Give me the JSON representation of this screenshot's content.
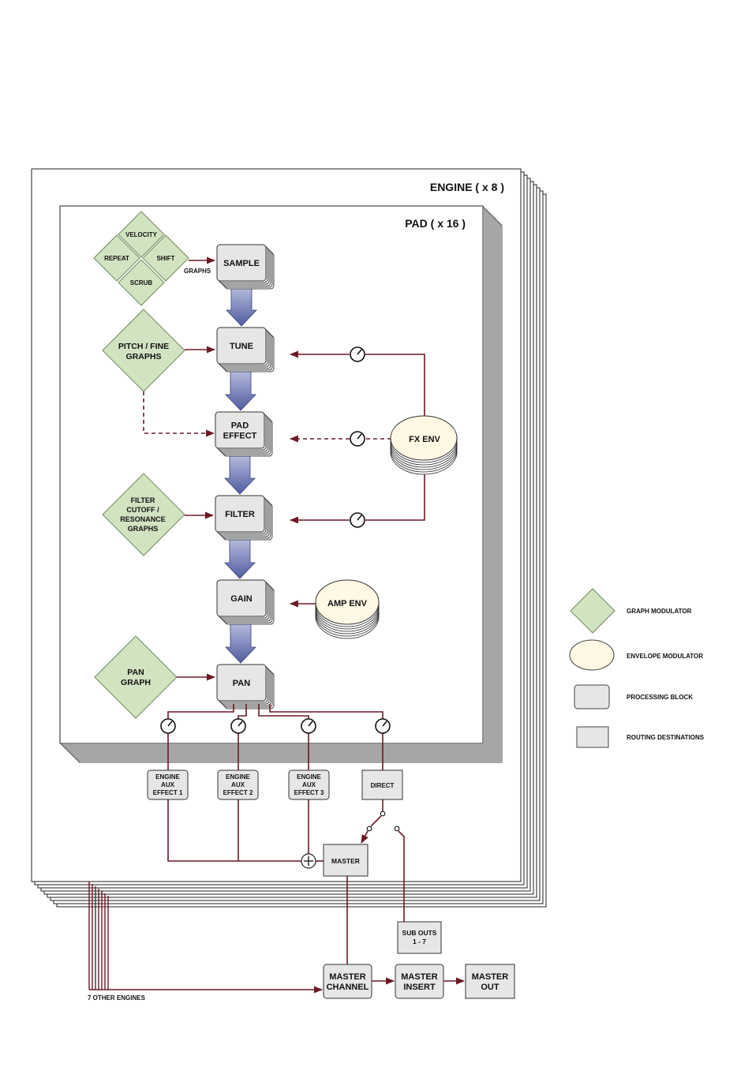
{
  "engine_title": "ENGINE ( x 8 )",
  "pad_title": "PAD ( x 16 )",
  "modulators": {
    "velocity": "VELOCITY",
    "repeat": "REPEAT",
    "shift": "SHIFT",
    "scrub": "SCRUB",
    "graphs_label": "GRAPHS",
    "pitch_fine": [
      "PITCH / FINE",
      "GRAPHS"
    ],
    "filter_graphs": [
      "FILTER",
      "CUTOFF /",
      "RESONANCE",
      "GRAPHS"
    ],
    "pan_graph": [
      "PAN",
      "GRAPH"
    ]
  },
  "blocks": {
    "sample": "SAMPLE",
    "tune": "TUNE",
    "pad_effect": [
      "PAD",
      "EFFECT"
    ],
    "filter": "FILTER",
    "gain": "GAIN",
    "pan": "PAN"
  },
  "envelopes": {
    "fx_env": "FX ENV",
    "amp_env": "AMP ENV"
  },
  "routing": {
    "aux1": [
      "ENGINE",
      "AUX",
      "EFFECT 1"
    ],
    "aux2": [
      "ENGINE",
      "AUX",
      "EFFECT 2"
    ],
    "aux3": [
      "ENGINE",
      "AUX",
      "EFFECT 3"
    ],
    "direct": "DIRECT",
    "master": "MASTER",
    "sub_outs": [
      "SUB OUTS",
      "1 - 7"
    ],
    "master_channel": [
      "MASTER",
      "CHANNEL"
    ],
    "master_insert": [
      "MASTER",
      "INSERT"
    ],
    "master_out": [
      "MASTER",
      "OUT"
    ],
    "other_engines": "7 OTHER ENGINES"
  },
  "legend": {
    "graph_modulator": "GRAPH MODULATOR",
    "envelope_modulator": "ENVELOPE MODULATOR",
    "processing_block": "PROCESSING BLOCK",
    "routing_destinations": "ROUTING DESTINATIONS"
  },
  "colors": {
    "diamond_fill": "#d2e3c2",
    "diamond_stroke": "#6e8a5c",
    "envelope_fill": "#fff8e4",
    "block_fill": "#e6e6e6",
    "wire": "#6b1a26",
    "arrow_top": "#c3c9e8",
    "arrow_bottom": "#5560a3"
  }
}
